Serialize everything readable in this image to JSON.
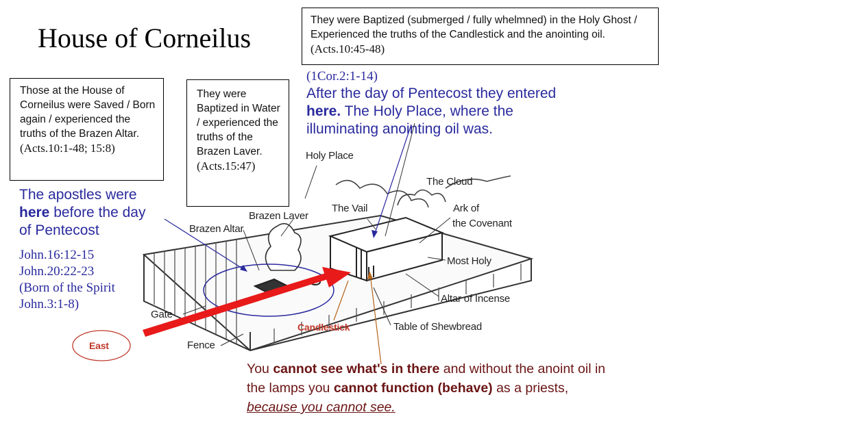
{
  "title": "House of Corneilus",
  "box_saved": {
    "text": "Those at the House of Corneilus were Saved / Born again / experienced the truths of the Brazen Altar.",
    "ref": "(Acts.10:1-48; 15:8)"
  },
  "box_water": {
    "text": "They were Baptized in Water / experienced the truths of the Brazen Laver.",
    "ref": "(Acts.15:47)"
  },
  "box_ghost": {
    "text": "They were Baptized (submerged / fully whelmned) in the Holy Ghost / Experienced the truths of the Candlestick and the anointing oil.",
    "ref": "(Acts.10:45-48)"
  },
  "holy_place_note": {
    "ref": "(1Cor.2:1-14)",
    "line1": "After the day of Pentecost they entered",
    "here": "here.",
    "line2_rest": " The Holy Place, where the",
    "line3": "illuminating anointing oil was."
  },
  "apostles_note": {
    "line1": "The apostles were",
    "here": "here",
    "line2_rest": " before the day",
    "line3": "of Pentecost"
  },
  "refs_left": {
    "r1": "John.16:12-15",
    "r2": "John.20:22-23",
    "r3": "(Born of the Spirit",
    "r4": "John.3:1-8)"
  },
  "labels": {
    "holy_place": "Holy Place",
    "the_cloud": "The Cloud",
    "the_vail": "The Vail",
    "ark_1": "Ark of",
    "ark_2": "the Covenant",
    "brazen_laver": "Brazen Laver",
    "brazen_altar": "Brazen Altar",
    "most_holy": "Most Holy",
    "altar_incense": "Altar of Incense",
    "gate": "Gate",
    "candlestick": "Candlestick",
    "shewbread": "Table of Shewbread",
    "fence": "Fence",
    "east": "East"
  },
  "bottom_note": {
    "p1": "You ",
    "b1": "cannot see what's in there",
    "p2": " and without the anoint oil in",
    "p3": "the lamps you ",
    "b2": "cannot function (behave)",
    "p4": " as a priests,",
    "p5": "because you cannot see."
  },
  "colors": {
    "blue_text": "#2a2a9e",
    "maroon_text": "#6b1414",
    "arrow_red": "#e81a1a",
    "east_red": "#c0392b"
  }
}
